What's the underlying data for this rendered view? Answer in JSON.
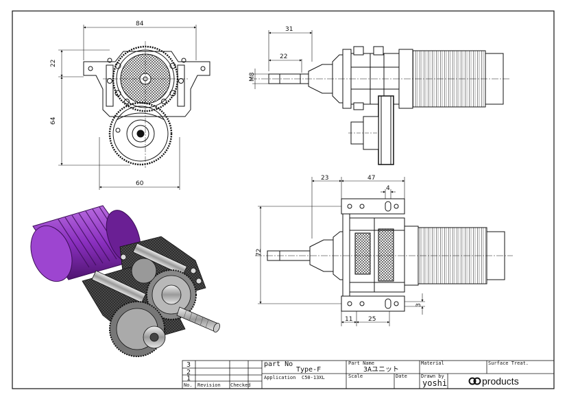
{
  "dimensions": {
    "front_width": "84",
    "front_top": "22",
    "front_height": "64",
    "front_bottom_width": "60",
    "side_shaft_total": "31",
    "side_shaft": "22",
    "side_thread": "M8",
    "top_offset": "23",
    "top_body": "47",
    "top_slot": "4",
    "top_height": "72",
    "top_hole": "3",
    "top_bottom_offset": "11",
    "top_bottom_spacing": "25"
  },
  "title_block": {
    "rev_rows": [
      "3",
      "2",
      "1"
    ],
    "col_no": "No.",
    "col_revision": "Revision",
    "col_checked": "Checked",
    "part_no_label": "part No",
    "part_no_value": "Type-F",
    "application_label": "Application",
    "application_value": "C50-13XL",
    "part_name_label": "Part Name",
    "part_name_value": "3Aユニット",
    "scale_label": "Scale",
    "date_label": "Date",
    "material_label": "Material",
    "drawn_by_label": "Drawn by",
    "drawn_by_value": "yoshi",
    "surface_label": "Surface Treat.",
    "company": "products"
  },
  "colors": {
    "line": "#111111",
    "motor_purple": "#8a2fbf",
    "motor_purple_dark": "#4f1570",
    "carbon": "#3a3a3a",
    "metal": "#c8c8c8"
  }
}
